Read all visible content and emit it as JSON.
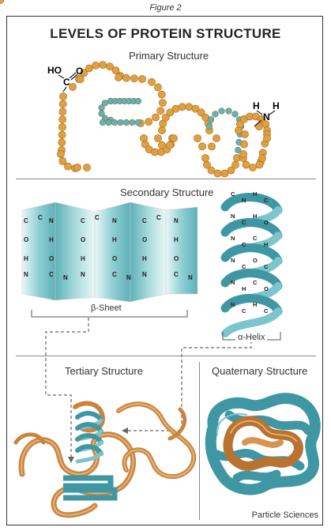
{
  "figure_label": "Figure 2",
  "title": "LEVELS OF PROTEIN STRUCTURE",
  "sections": {
    "primary": "Primary Structure",
    "secondary": "Secondary Structure",
    "tertiary": "Tertiary Structure",
    "quaternary": "Quaternary Structure"
  },
  "primary_labels": {
    "carboxyl_ho": "HO",
    "carboxyl_c": "C",
    "carboxyl_o": "O",
    "amine_n": "N",
    "amine_h1": "H",
    "amine_h2": "H"
  },
  "beta_sheet_label": "β-Sheet",
  "alpha_helix_label": "α-Helix",
  "credit": "Particle Sciences",
  "colors": {
    "bead_orange": "#e0a040",
    "bead_teal": "#5bb5c0",
    "sheet_teal": "#8fcfd4",
    "ribbon_orange": "#c98540",
    "ribbon_teal": "#3f97a3"
  }
}
